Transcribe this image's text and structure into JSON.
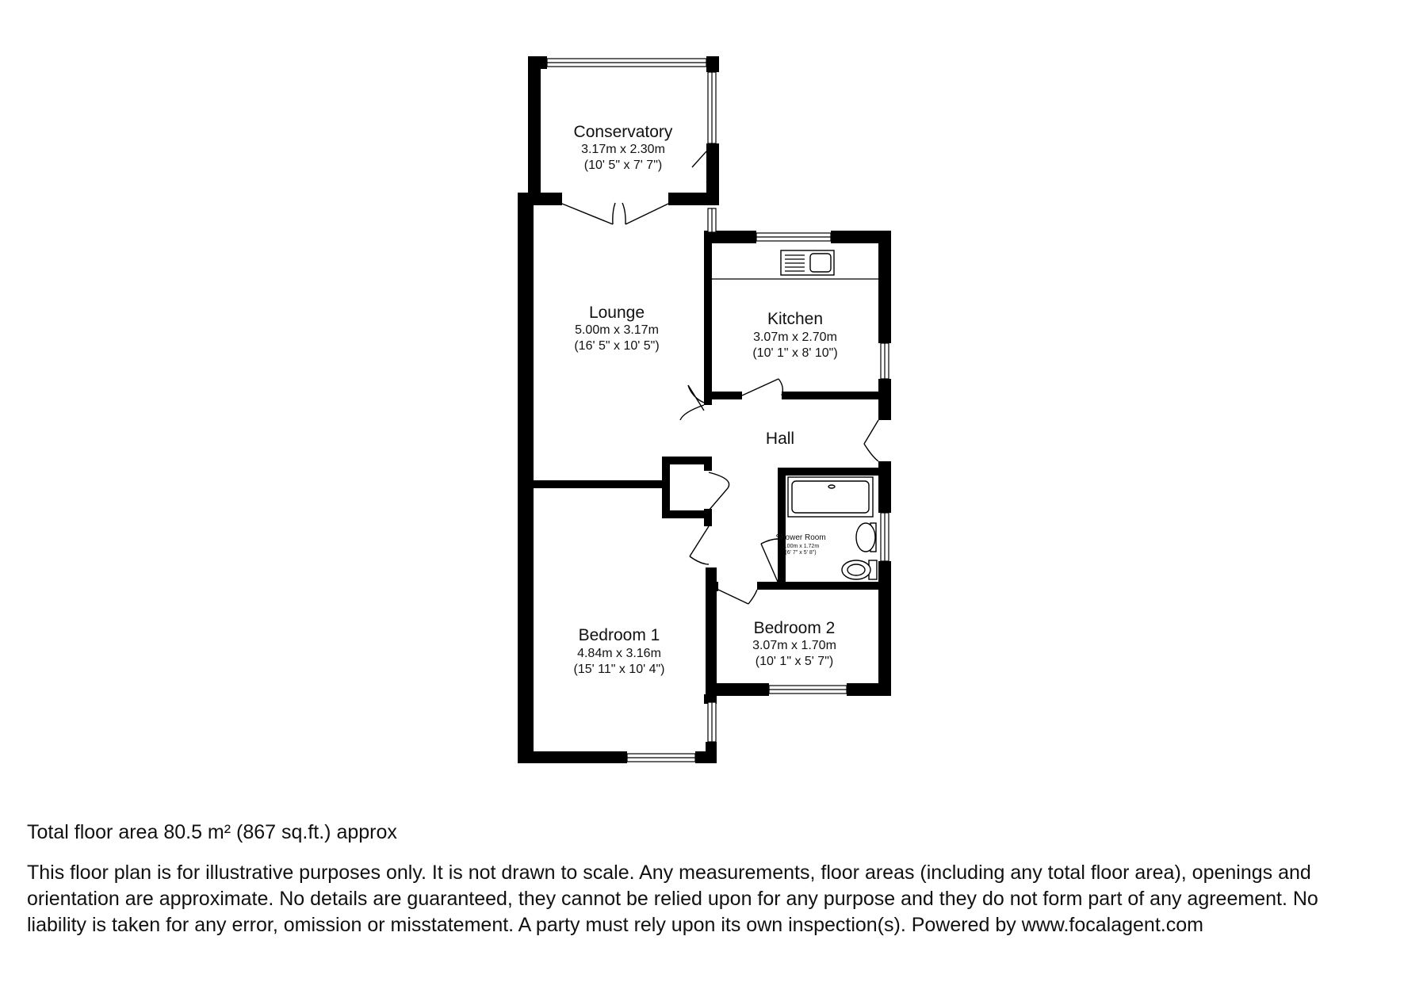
{
  "rooms": {
    "conservatory": {
      "name": "Conservatory",
      "metric": "3.17m x 2.30m",
      "imperial": "(10' 5\" x 7' 7\")"
    },
    "lounge": {
      "name": "Lounge",
      "metric": "5.00m x 3.17m",
      "imperial": "(16' 5\" x 10' 5\")"
    },
    "kitchen": {
      "name": "Kitchen",
      "metric": "3.07m x 2.70m",
      "imperial": "(10' 1\" x 8' 10\")"
    },
    "hall": {
      "name": "Hall"
    },
    "shower_room": {
      "name": "Shower Room",
      "metric": "2.00m x 1.72m",
      "imperial": "(6' 7\" x 5' 8\")"
    },
    "bedroom_1": {
      "name": "Bedroom 1",
      "metric": "4.84m x 3.16m",
      "imperial": "(15' 11\" x 10' 4\")"
    },
    "bedroom_2": {
      "name": "Bedroom 2",
      "metric": "3.07m x 1.70m",
      "imperial": "(10' 1\" x 5' 7\")"
    }
  },
  "footer": {
    "total_area": "Total floor area 80.5 m² (867 sq.ft.) approx",
    "disclaimer": "This floor plan is for illustrative purposes only. It is not drawn to scale. Any measurements, floor areas (including any total floor area), openings and orientation are approximate. No details are guaranteed, they cannot be relied upon for any purpose and they do not form part of any agreement. No liability is taken for any error, omission or misstatement. A party must rely upon its own inspection(s). Powered by www.focalagent.com"
  }
}
